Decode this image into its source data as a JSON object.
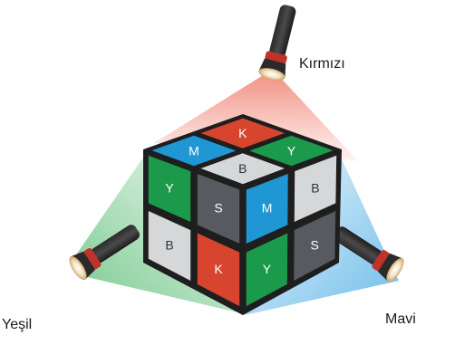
{
  "labels": {
    "red_light": "Kırmızı",
    "green_light": "Yeşil",
    "blue_light": "Mavi"
  },
  "faces": {
    "top": [
      "K",
      "M",
      "Y",
      "B"
    ],
    "left": [
      "Y",
      "S",
      "B",
      "K"
    ],
    "right": [
      "M",
      "B",
      "Y",
      "S"
    ]
  },
  "colors": {
    "K": "#d8452e",
    "M": "#1f97d4",
    "Y": "#1c9a4c",
    "B": "#d5d7d8",
    "S": "#575a5e",
    "red_beam": "#f08070",
    "green_beam": "#5fc07a",
    "blue_beam": "#5fb6e8",
    "cube_frame": "#1e1e1e"
  },
  "icons": {
    "flashlight": "flashlight-icon"
  }
}
